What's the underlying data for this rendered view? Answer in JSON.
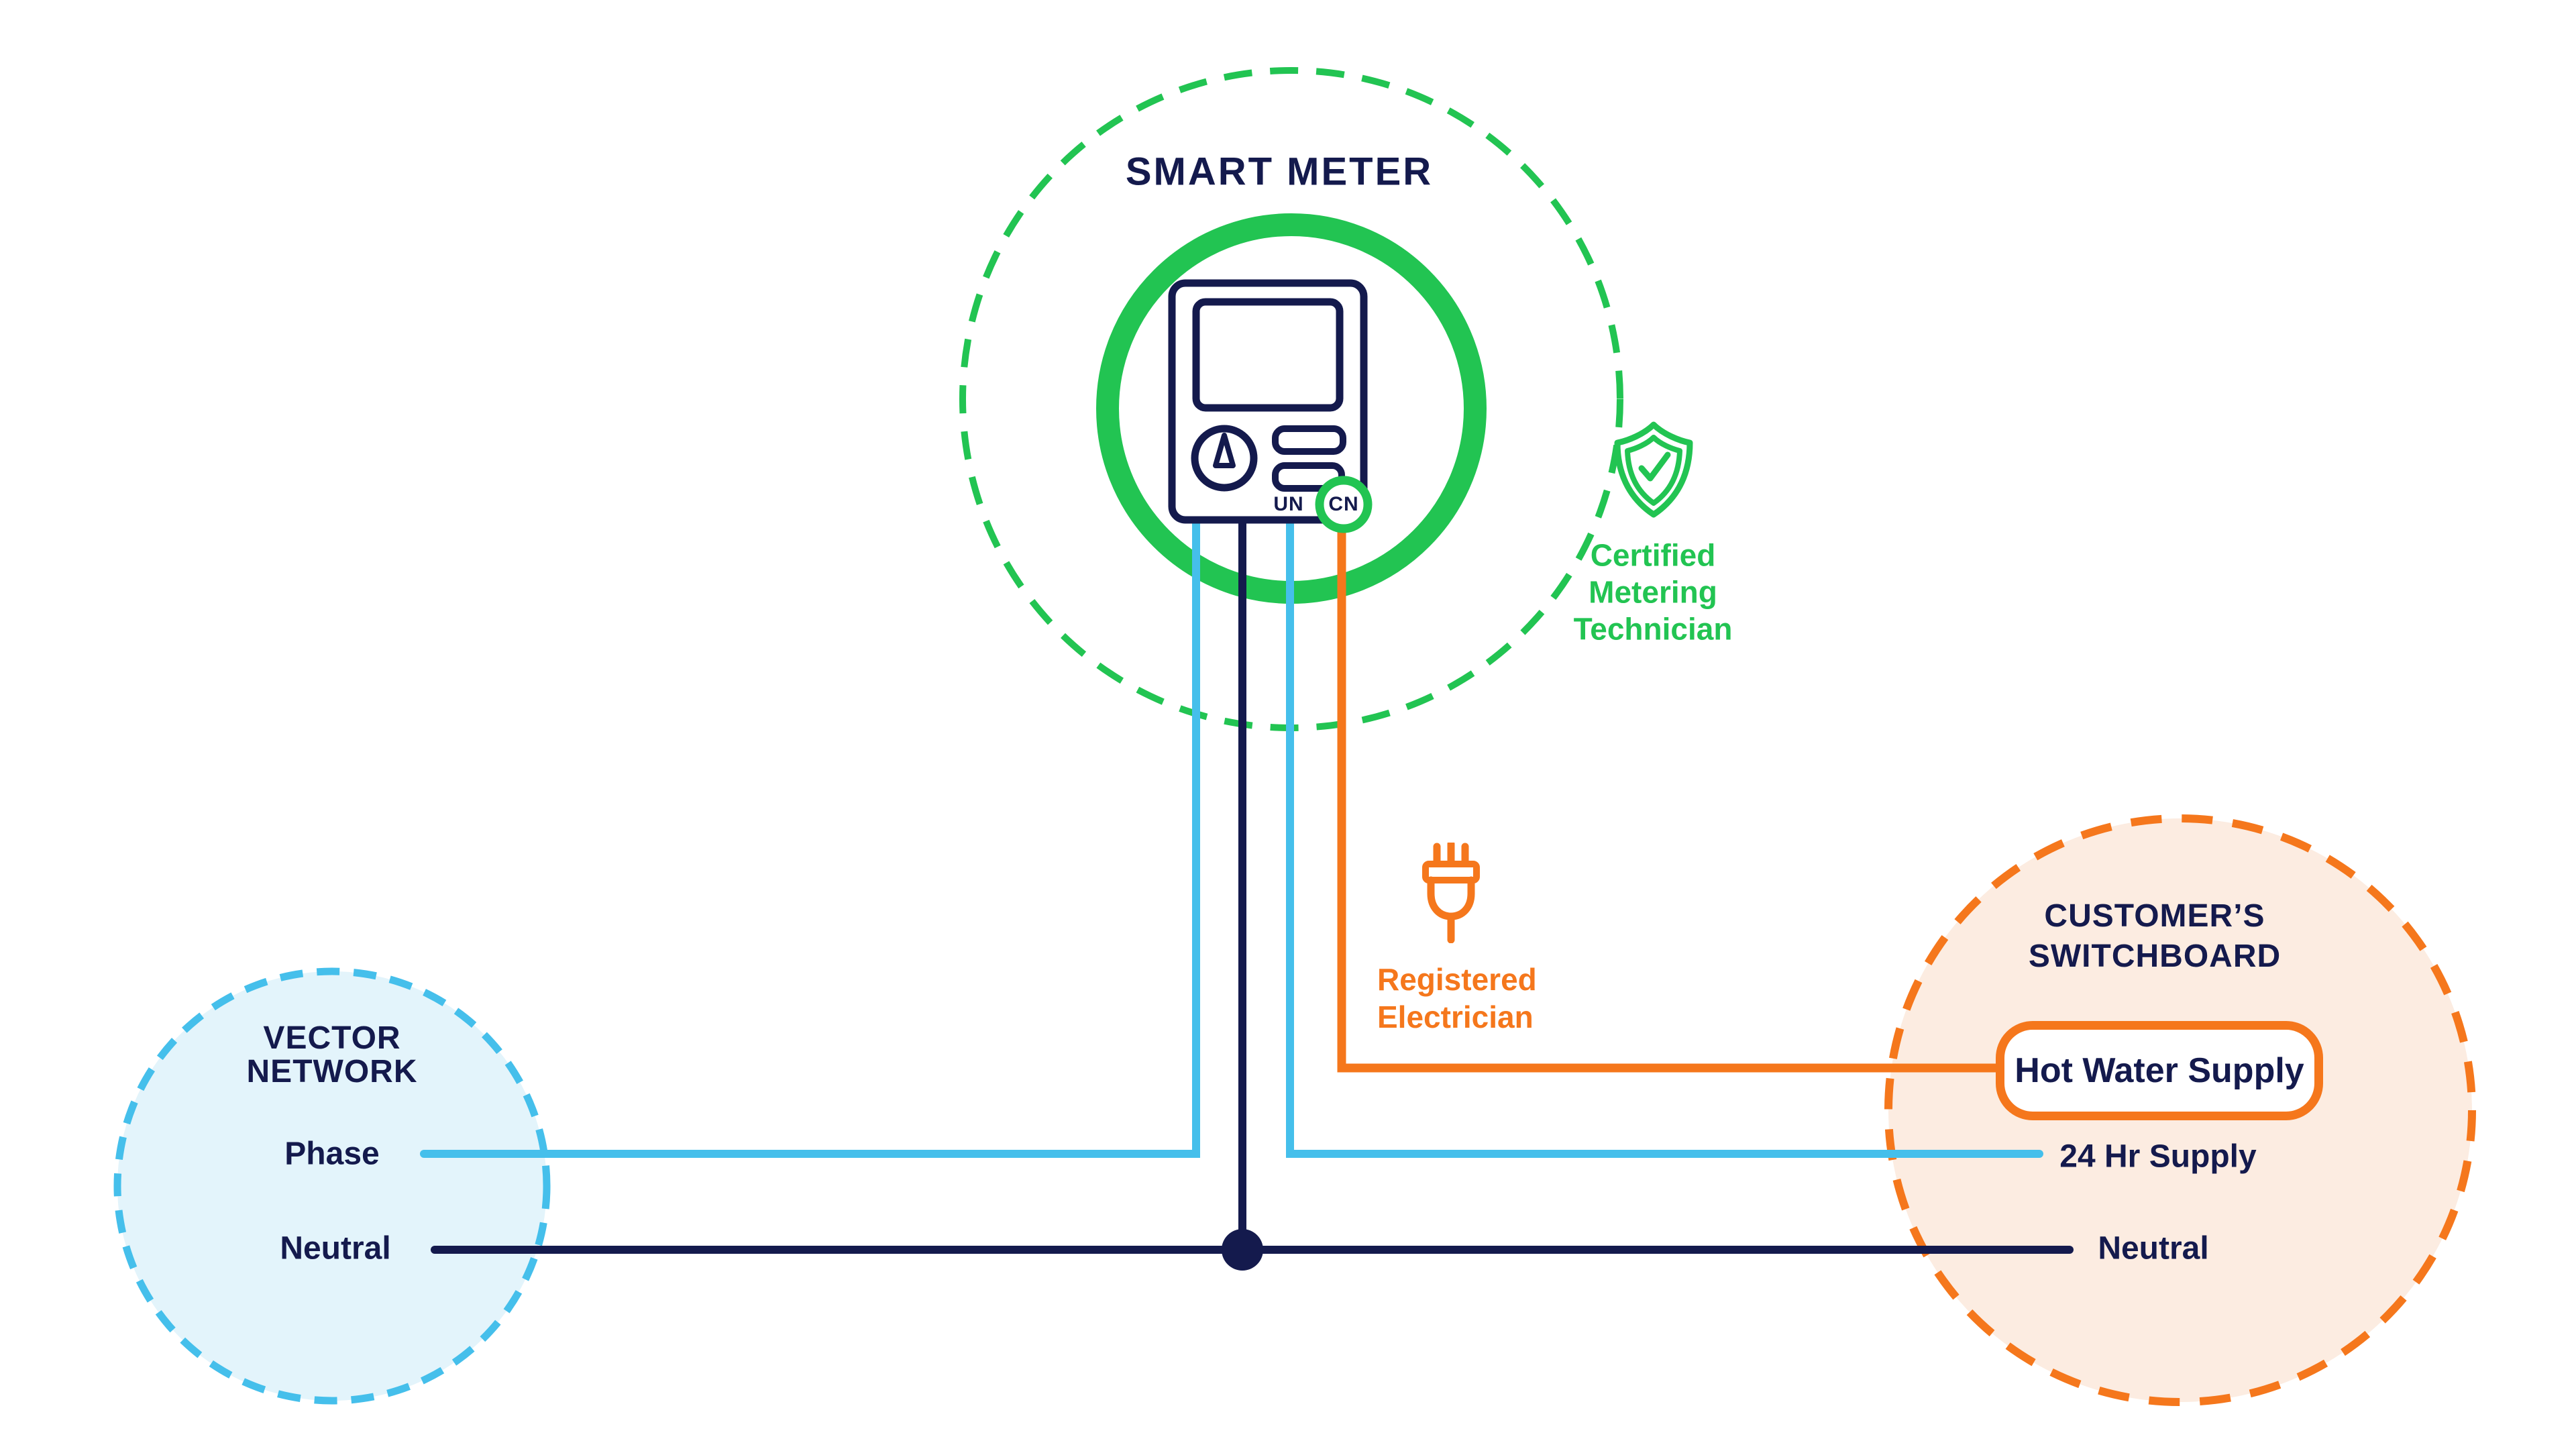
{
  "diagram": {
    "smart_meter": {
      "title": "SMART METER",
      "un_terminal": "UN",
      "cn_terminal": "CN"
    },
    "certified_technician": {
      "line1": "Certified",
      "line2": "Metering",
      "line3": "Technician",
      "icon": "shield-check-icon"
    },
    "registered_electrician": {
      "line1": "Registered",
      "line2": "Electrician",
      "icon": "power-plug-icon"
    },
    "vector_network": {
      "title_line1": "VECTOR",
      "title_line2": "NETWORK",
      "phase_label": "Phase",
      "neutral_label": "Neutral"
    },
    "customer_switchboard": {
      "title_line1": "CUSTOMER’S",
      "title_line2": "SWITCHBOARD",
      "hot_water_label": "Hot Water Supply",
      "supply_24hr_label": "24 Hr Supply",
      "neutral_label": "Neutral"
    },
    "colors": {
      "navy": "#141A4D",
      "green": "#22C452",
      "blue": "#45BFEB",
      "blue_fill": "#E3F4FB",
      "orange": "#F5771C",
      "orange_fill": "#FCECE1"
    }
  }
}
